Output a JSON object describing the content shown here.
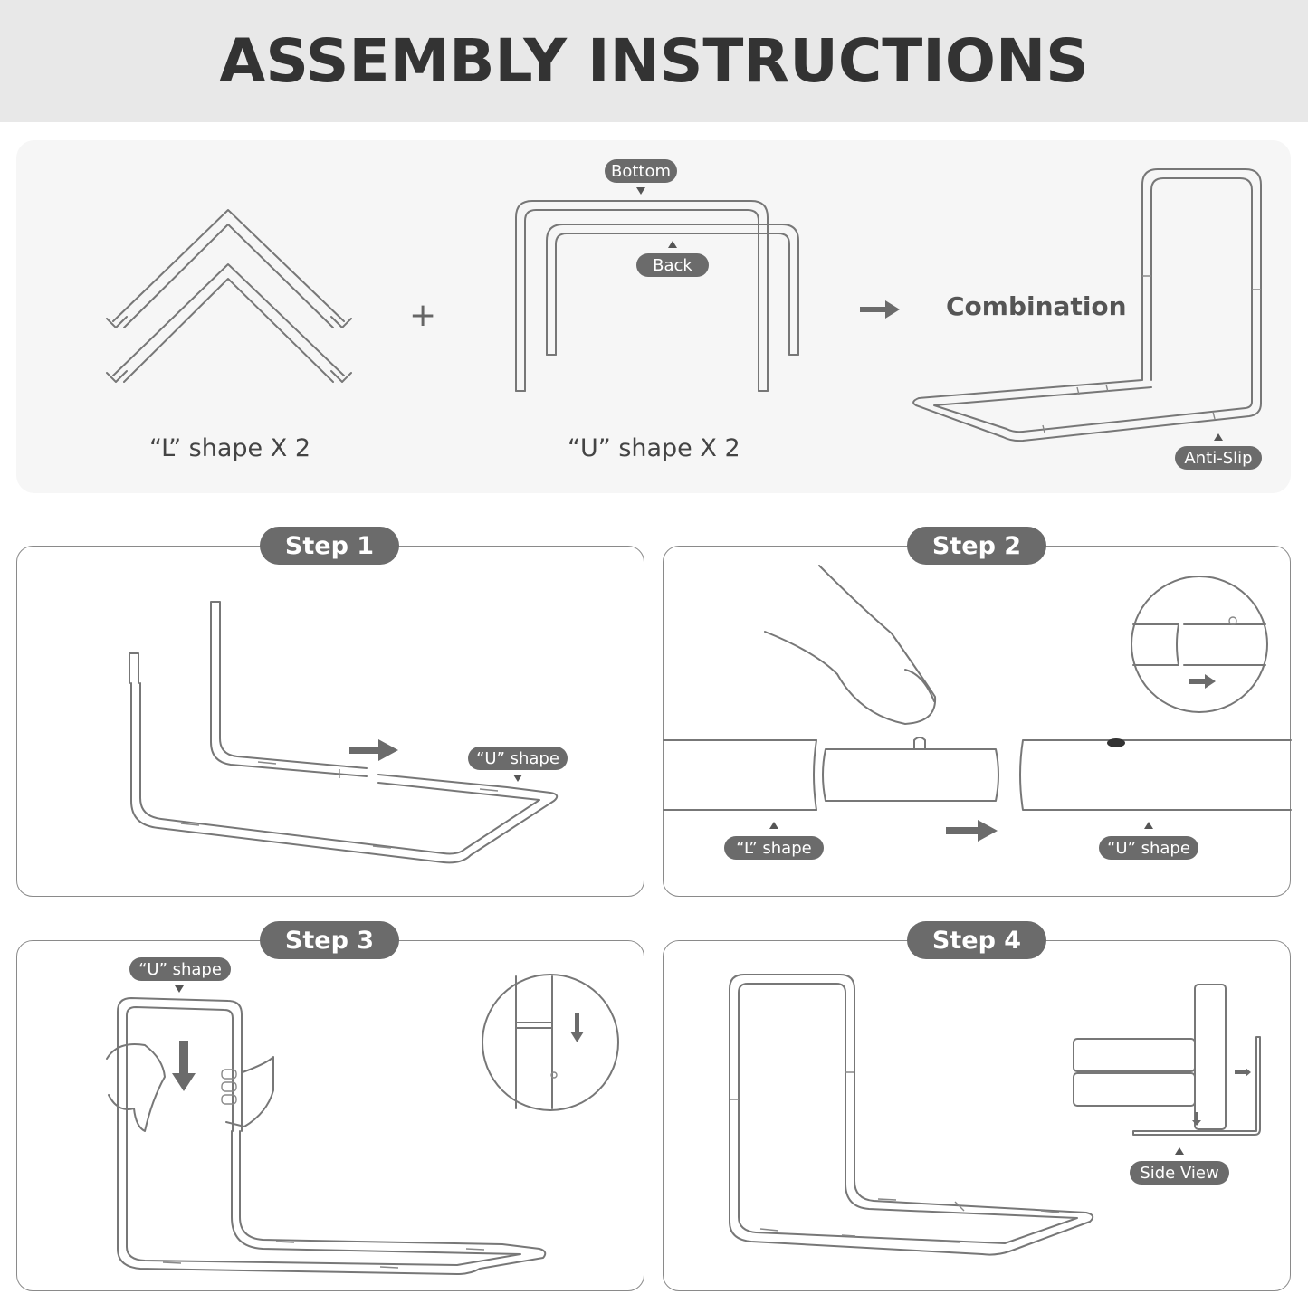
{
  "title": "ASSEMBLY INSTRUCTIONS",
  "parts": {
    "l_caption": "“L” shape X 2",
    "u_caption": "“U” shape X 2",
    "plus": "+",
    "bottom_tag": "Bottom",
    "back_tag": "Back",
    "combination": "Combination",
    "anti_slip_tag": "Anti-Slip"
  },
  "steps": [
    {
      "label": "Step 1",
      "tags": [
        "“U” shape"
      ]
    },
    {
      "label": "Step 2",
      "tags": [
        "“L” shape",
        "“U” shape"
      ]
    },
    {
      "label": "Step 3",
      "tags": [
        "“U” shape"
      ]
    },
    {
      "label": "Step 4",
      "tags": [
        "Side View"
      ]
    }
  ]
}
